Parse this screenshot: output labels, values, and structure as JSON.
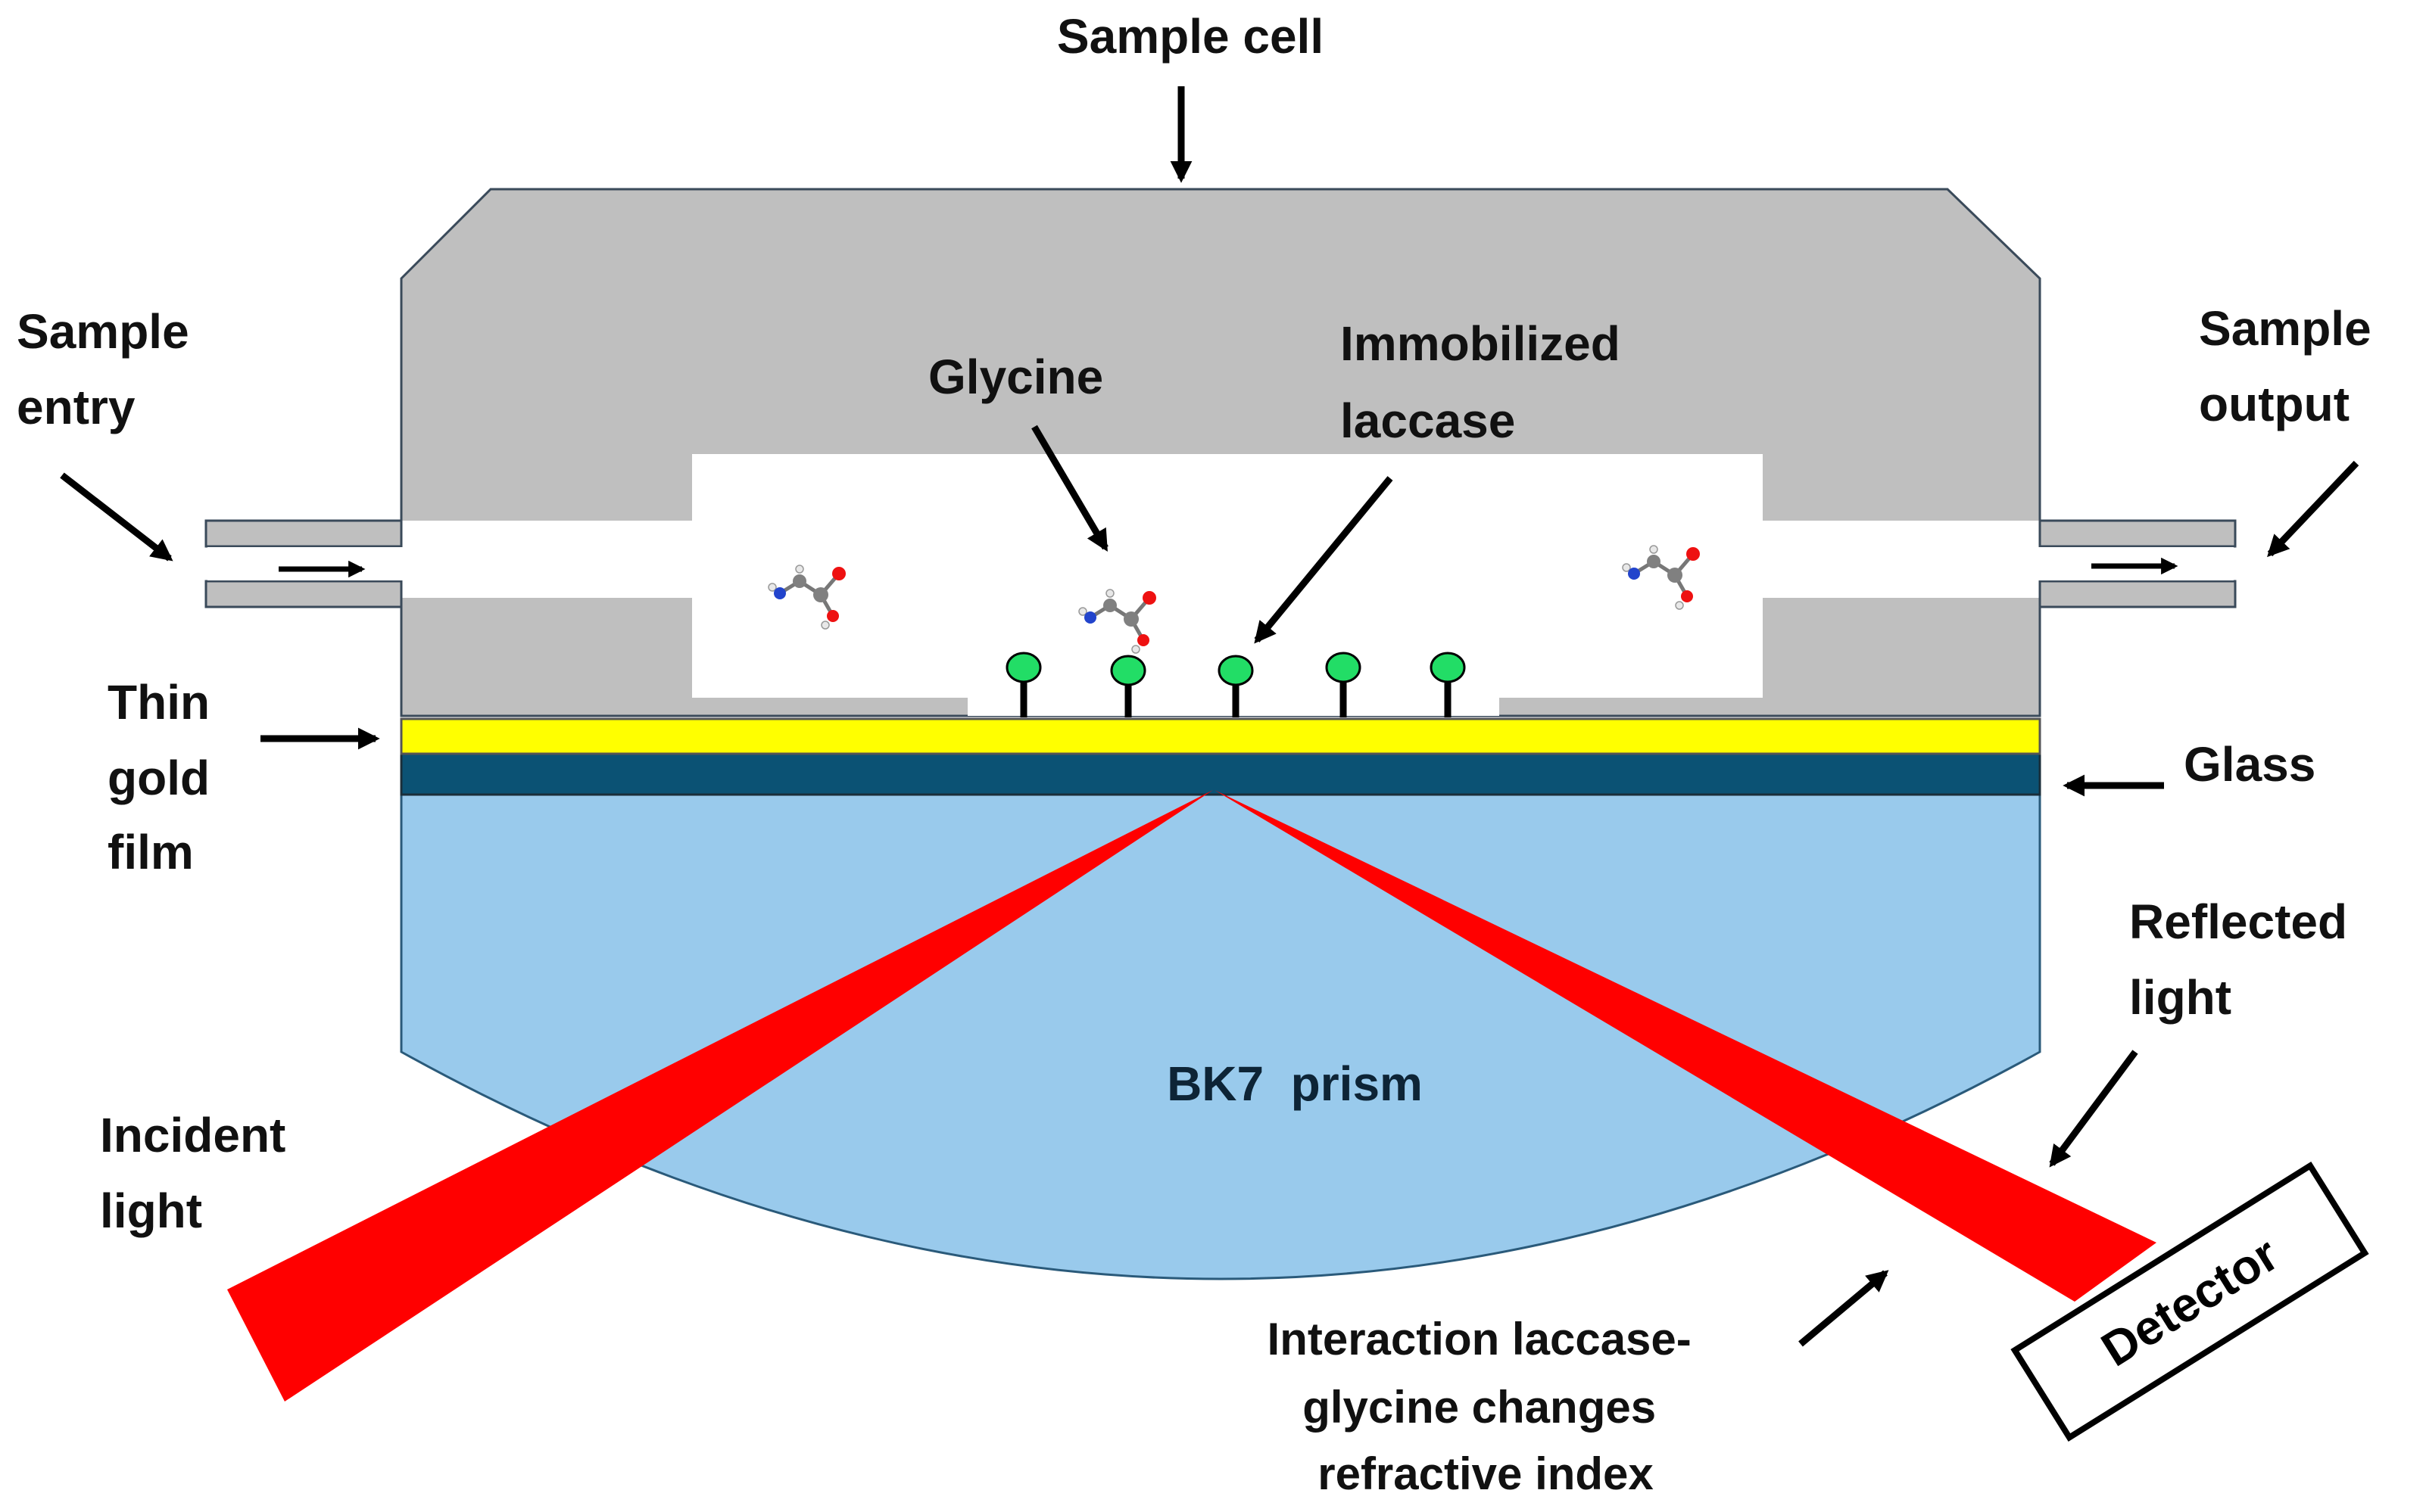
{
  "labels": {
    "sample_cell": "Sample cell",
    "sample_entry": [
      "Sample",
      "entry"
    ],
    "sample_output": [
      "Sample",
      "output"
    ],
    "glycine": "Glycine",
    "immobilized_laccase": [
      "Immobilized",
      "laccase"
    ],
    "thin_gold_film": [
      "Thin",
      "gold",
      "film"
    ],
    "glass": "Glass",
    "reflected_light": [
      "Reflected",
      "light"
    ],
    "incident_light": [
      "Incident",
      "light"
    ],
    "prism": "BK7  prism",
    "detector": "Detector",
    "interaction": [
      "Interaction laccase-",
      "glycine changes",
      "refractive index"
    ]
  },
  "colors": {
    "cell": "#bfbfbf",
    "gold": "#ffff00",
    "glass": "#0b5274",
    "prism": "#99caec",
    "beam": "#ff0000",
    "laccase": "#22dd66",
    "carbon": "#808080",
    "oxygen": "#ee1111",
    "nitrogen": "#2244cc",
    "hydrogen": "#e8e8e8"
  }
}
